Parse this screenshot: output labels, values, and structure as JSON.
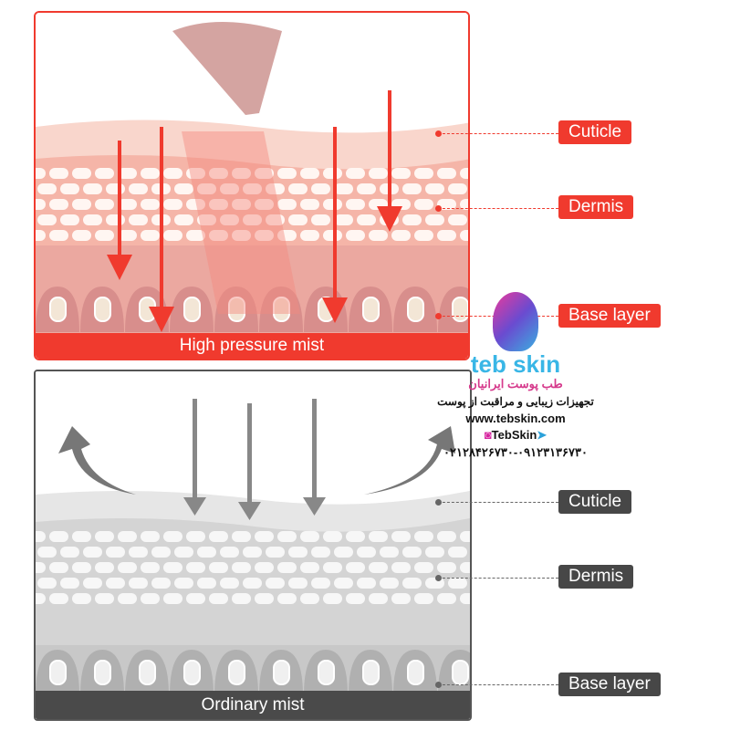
{
  "top_panel": {
    "caption": "High pressure mist",
    "labels": {
      "cuticle": "Cuticle",
      "dermis": "Dermis",
      "base": "Base layer"
    }
  },
  "bottom_panel": {
    "caption": "Ordinary mist",
    "labels": {
      "cuticle": "Cuticle",
      "dermis": "Dermis",
      "base": "Base layer"
    }
  },
  "watermark": {
    "brand": "teb skin",
    "tagline": "طب پوست ایرانیان",
    "subtitle": "تجهیزات زیبایی و مراقبت از پوست",
    "website": "www.tebskin.com",
    "social": "TebSkin",
    "phones": "۰۲۱۲۸۴۲۶۷۳۰-۰۹۱۲۳۱۳۶۷۳۰"
  },
  "colors": {
    "red": "#f03a2e",
    "dark": "#474747"
  }
}
